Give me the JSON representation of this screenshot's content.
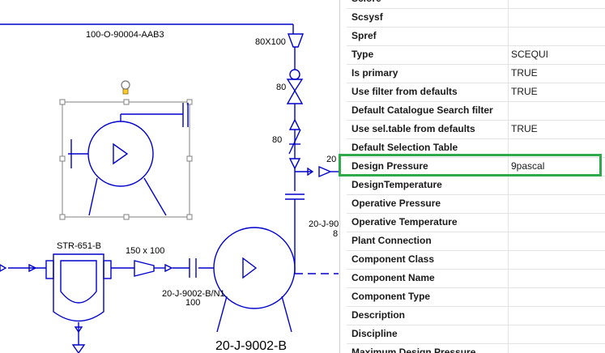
{
  "diagram": {
    "line_top_label": "100-O-90004-AAB3",
    "reducer_top_label": "80X100",
    "valve_label_1": "80",
    "valve_label_2": "80",
    "partial_label_20": "20",
    "partial_label_20J": "20-J-90",
    "partial_label_8": "8",
    "strainer_label": "STR-651-B",
    "reducer_left_label": "150 x 100",
    "nozzle_label": "20-J-9002-B/N1",
    "nozzle_size": "100",
    "pump_label": "20-J-9002-B",
    "line_color": "#0000cc"
  },
  "properties": {
    "rows": [
      {
        "name": "Sclore",
        "value": ""
      },
      {
        "name": "Scsysf",
        "value": ""
      },
      {
        "name": "Spref",
        "value": ""
      },
      {
        "name": "Type",
        "value": "SCEQUI"
      },
      {
        "name": "Is primary",
        "value": "TRUE"
      },
      {
        "name": "Use filter from defaults",
        "value": "TRUE"
      },
      {
        "name": "Default Catalogue Search filter",
        "value": ""
      },
      {
        "name": "Use sel.table from defaults",
        "value": "TRUE"
      },
      {
        "name": "Default Selection Table",
        "value": ""
      },
      {
        "name": "Design Pressure",
        "value": "9pascal"
      },
      {
        "name": "DesignTemperature",
        "value": ""
      },
      {
        "name": "Operative Pressure",
        "value": ""
      },
      {
        "name": "Operative Temperature",
        "value": ""
      },
      {
        "name": "Plant Connection",
        "value": ""
      },
      {
        "name": "Component Class",
        "value": ""
      },
      {
        "name": "Component Name",
        "value": ""
      },
      {
        "name": "Component Type",
        "value": ""
      },
      {
        "name": "Description",
        "value": ""
      },
      {
        "name": "Discipline",
        "value": ""
      },
      {
        "name": "Maximum Design Pressure",
        "value": ""
      }
    ],
    "highlight_color": "#2eaa4a"
  }
}
